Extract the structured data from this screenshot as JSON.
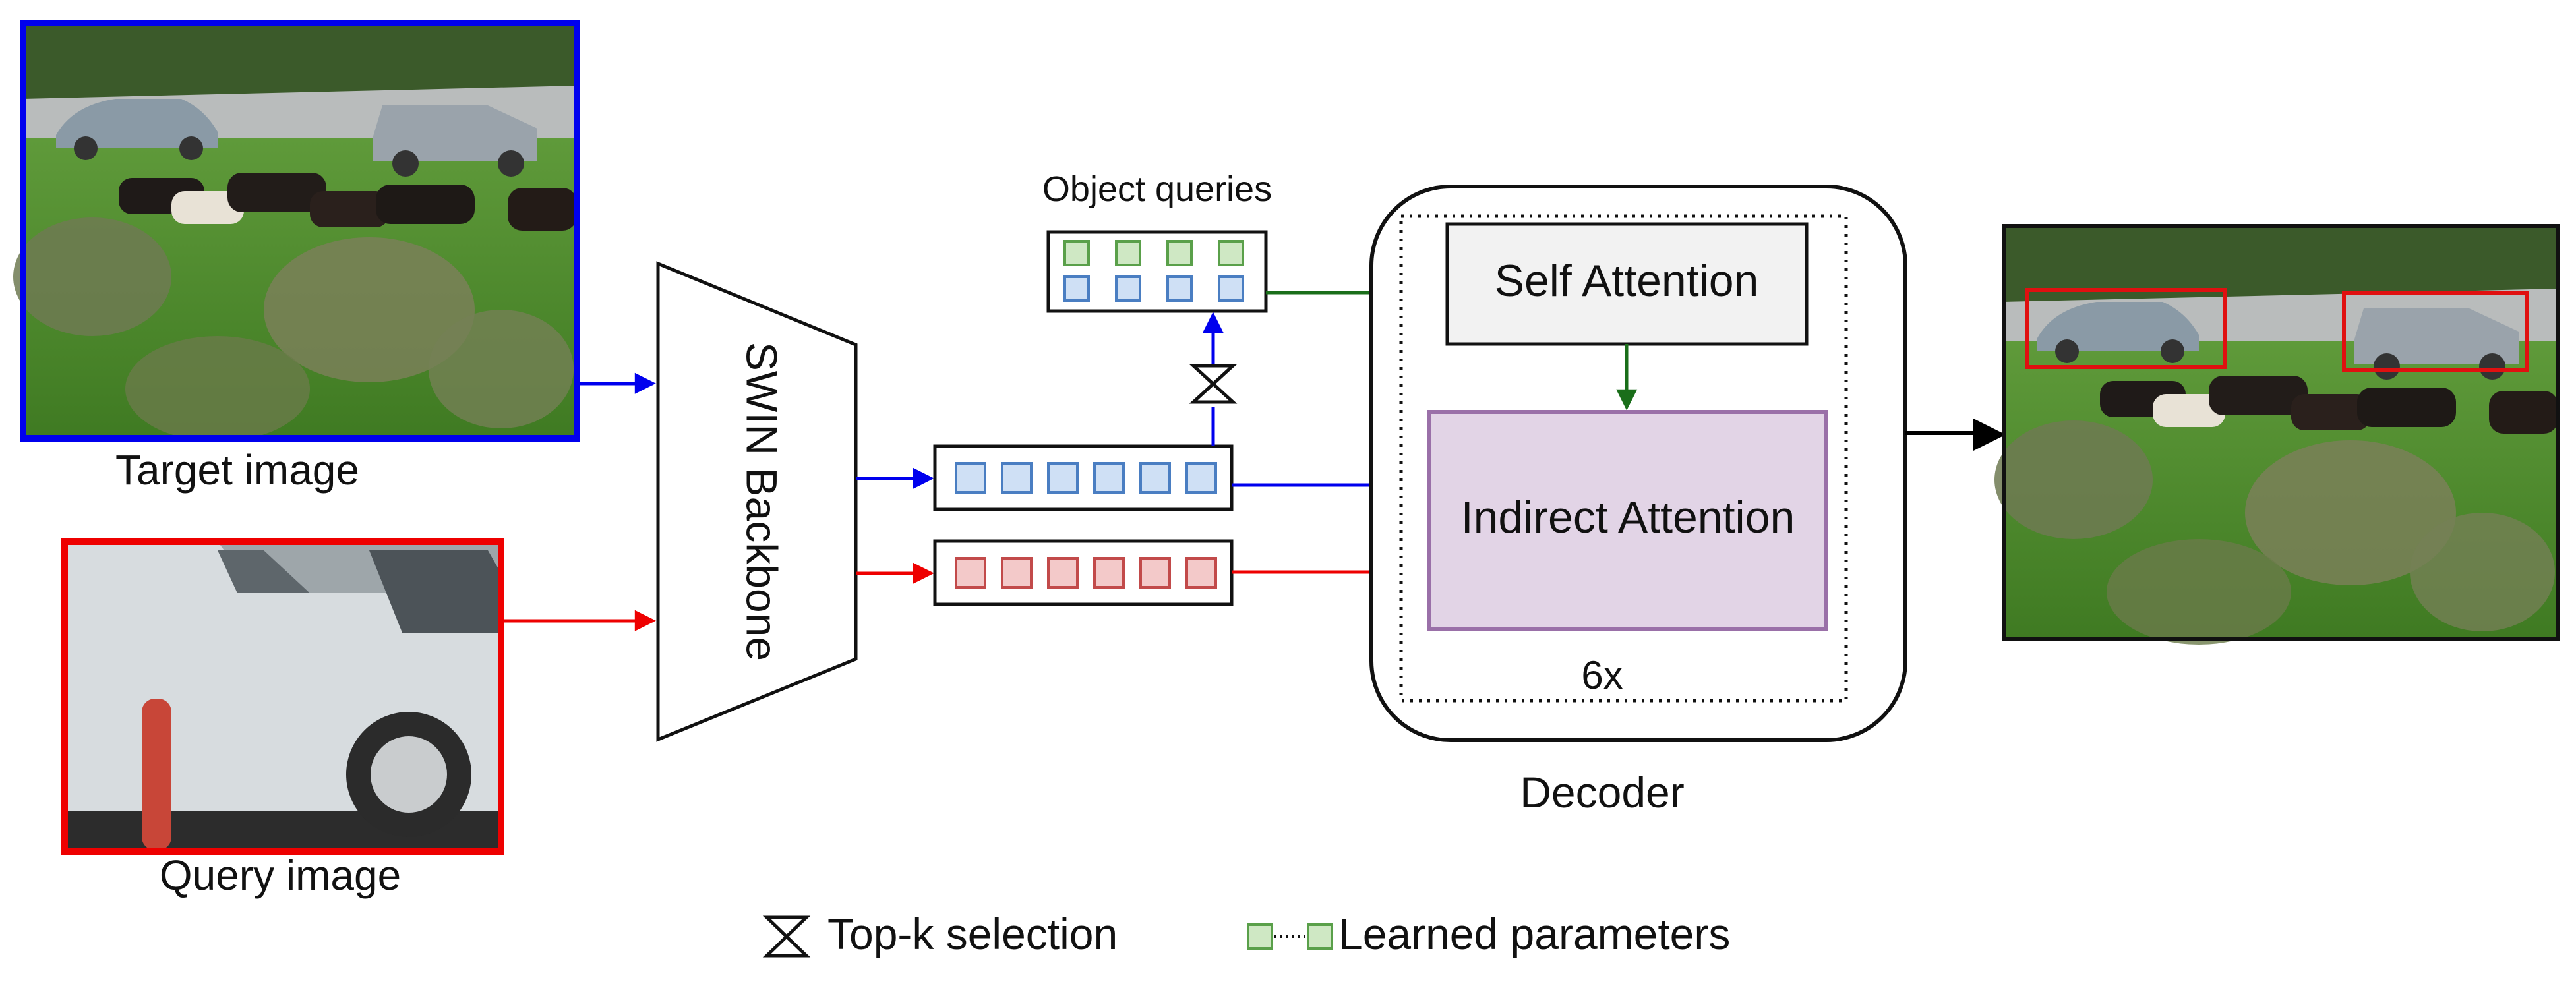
{
  "labels": {
    "target_image": "Target image",
    "query_image": "Query image",
    "backbone": "SWIN Backbone",
    "object_queries": "Object queries",
    "self_attention": "Self Attention",
    "indirect_attention": "Indirect Attention",
    "repeat": "6x",
    "decoder": "Decoder"
  },
  "legend": {
    "topk": "Top-k selection",
    "learned": "Learned parameters"
  },
  "colors": {
    "target_flow": "#0000ee",
    "query_flow": "#ee0000",
    "query_param_flow": "#1a6e1a",
    "blue_token_fill": "#cfe0f5",
    "blue_token_stroke": "#4a7ec2",
    "red_token_fill": "#f3c9c9",
    "red_token_stroke": "#c24a4a",
    "green_token_fill": "#cfe8c4",
    "green_token_stroke": "#5aa04a",
    "self_attention_fill": "#f2f2f2",
    "indirect_attention_fill": "#e2d4e6",
    "indirect_attention_stroke": "#9a70a8",
    "detection_box": "#e01010"
  },
  "icons": {
    "topk": "hourglass-icon",
    "learned": "square-pair-icon"
  }
}
